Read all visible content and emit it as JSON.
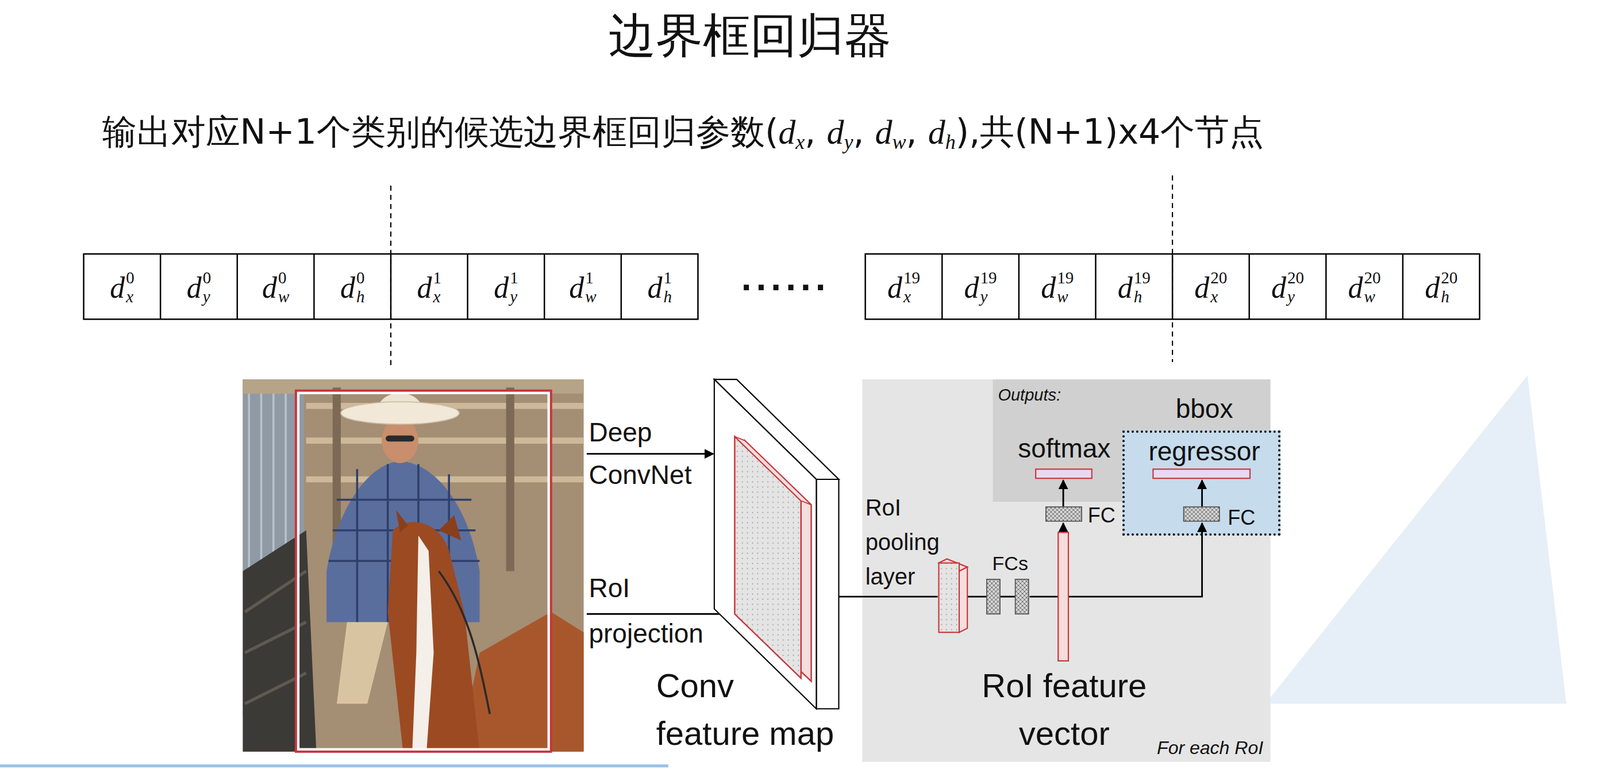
{
  "diagram": {
    "title": "边界框回归器",
    "nodes": [
      {
        "text": [
          "For each RoI"
        ]
      },
      {
        "text": [
          "Outputs:",
          "softmax"
        ],
        "in": 0
      },
      {
        "text": [
          "bbox regressor",
          "FC"
        ],
        "in": 0
      }
    ],
    "labels": [
      "输出对应N+1个类别的候选边界框回归参数(dx, dy, dw, dh),共(N+1)x4个节点",
      "dx0",
      "dy0",
      "dw0",
      "dh0",
      "dx1",
      "dy1",
      "dw1",
      "dh1",
      "......",
      "dx19",
      "dy19",
      "dw19",
      "dh19",
      "dx20",
      "dy20",
      "dw20",
      "dh20",
      "Deep",
      "ConvNet",
      "RoI",
      "projection",
      "Conv feature map",
      "RoI pooling layer",
      "FCs",
      "RoI feature vector",
      "FC"
    ]
  }
}
